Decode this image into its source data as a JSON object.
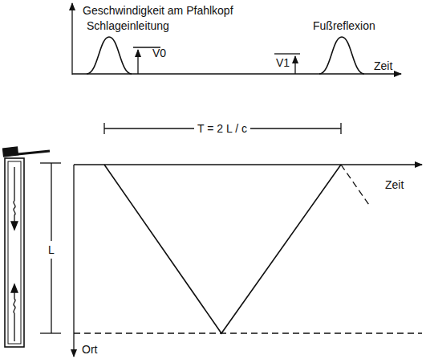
{
  "diagram": {
    "labels": [
      "Geschwindigkeit am Pfahlkopf",
      "Schlageinleitung",
      "V0",
      "Fußreflexion",
      "V1",
      "Zeit",
      "T = 2 L / c",
      "Zeit",
      "L",
      "Ort"
    ]
  }
}
